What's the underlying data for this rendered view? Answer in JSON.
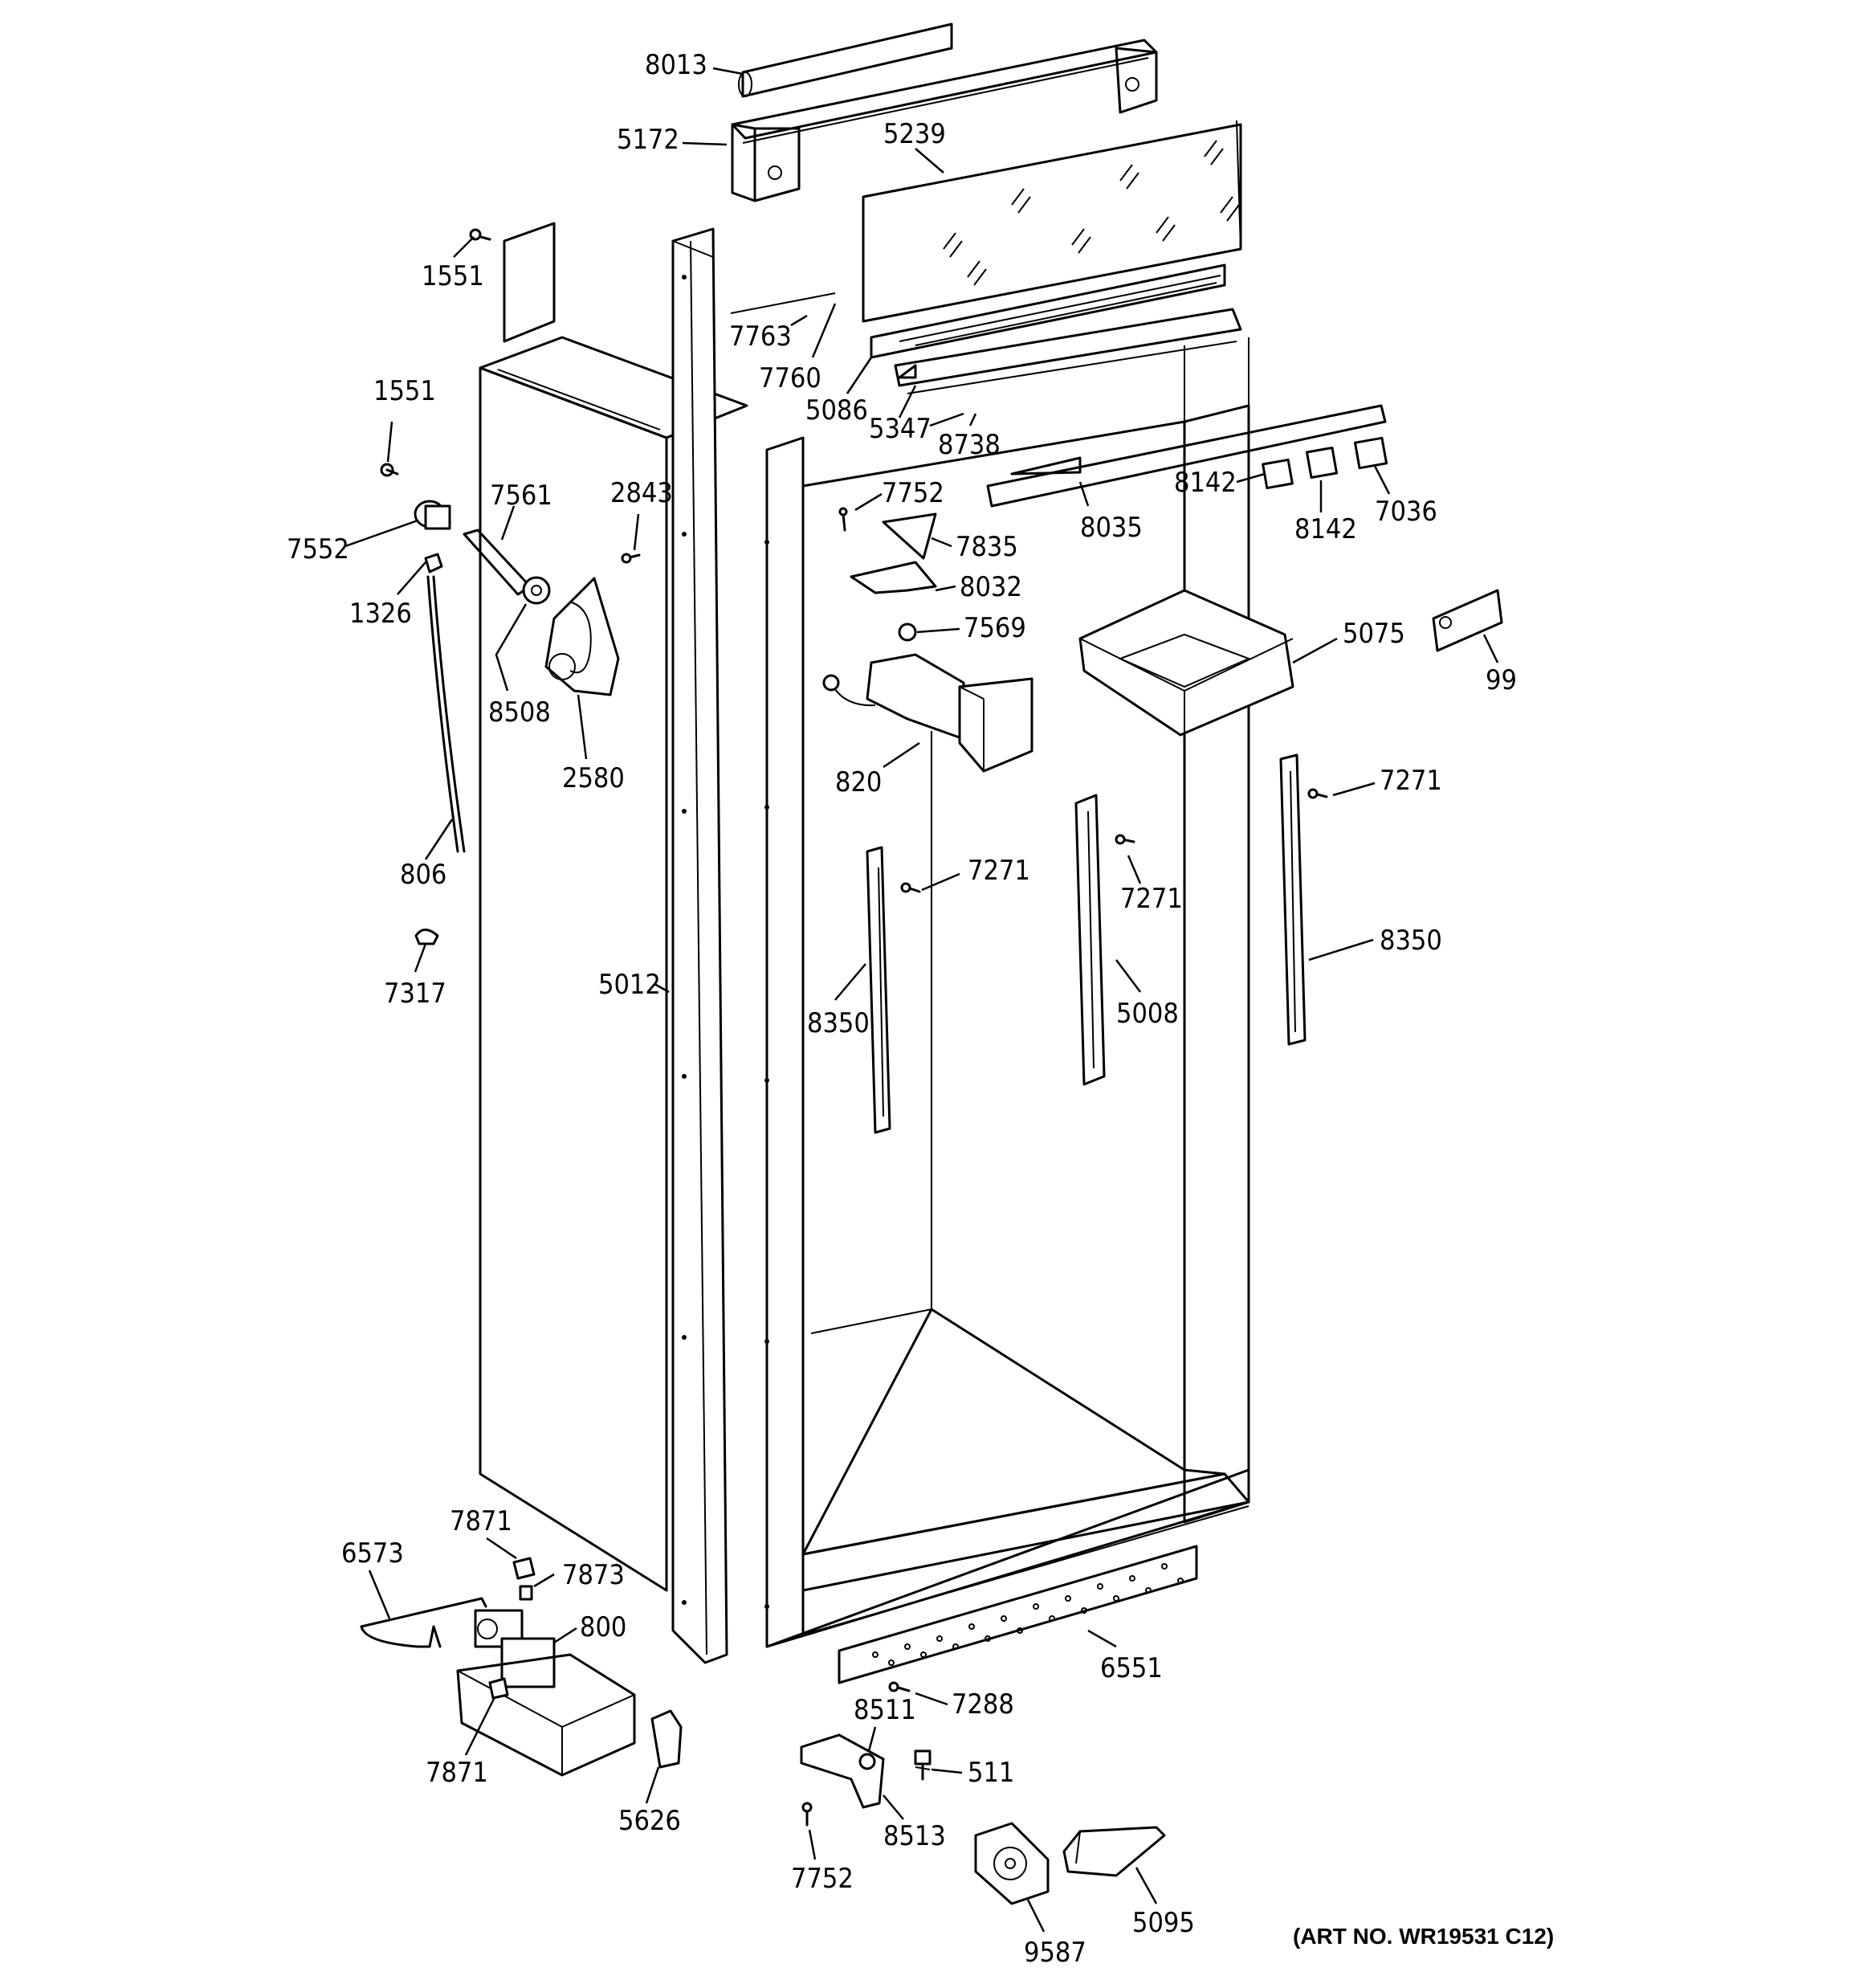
{
  "art_number": "(ART NO. WR19531 C12)",
  "callouts": [
    "8013",
    "5172",
    "5239",
    "1551",
    "1551",
    "7763",
    "7760",
    "5086",
    "5347",
    "8738",
    "7561",
    "2843",
    "7552",
    "1326",
    "7752",
    "7835",
    "8032",
    "7569",
    "8035",
    "8142",
    "8142",
    "7036",
    "5075",
    "99",
    "8508",
    "2580",
    "820",
    "806",
    "7271",
    "7271",
    "7271",
    "7317",
    "5012",
    "8350",
    "5008",
    "8350",
    "7871",
    "6573",
    "7873",
    "800",
    "6551",
    "7288",
    "8511",
    "511",
    "7871",
    "5626",
    "8513",
    "7752",
    "9587",
    "5095"
  ]
}
